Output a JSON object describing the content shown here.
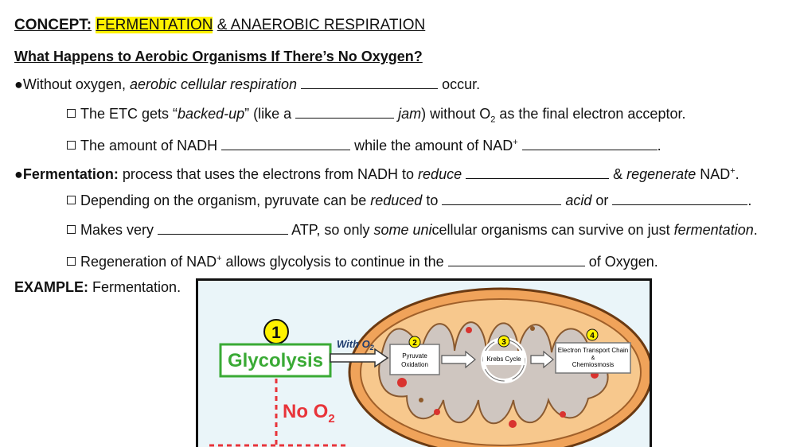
{
  "title": {
    "prefix": "CONCEPT:",
    "highlight": "FERMENTATION",
    "rest": "& ANAEROBIC RESPIRATION"
  },
  "subheading": "What Happens to Aerobic Organisms If There’s No Oxygen?",
  "lines": {
    "l1": {
      "bullet": "●",
      "a": "Without oxygen, ",
      "b": "aerobic cellular respiration",
      "c": "occur."
    },
    "l2": {
      "a": "The ETC gets “",
      "b": "backed-up",
      "c": "” (like a",
      "d": "jam",
      "e": ") without O",
      "f": "2",
      "g": " as the final electron acceptor."
    },
    "l3": {
      "a": "The amount of NADH",
      "b": "while the amount of NAD",
      "c": "+",
      "d": "."
    },
    "l4": {
      "bullet": "●",
      "a": "Fermentation:",
      "b": " process that uses the electrons from NADH to ",
      "c": "reduce",
      "d": "& ",
      "e": "regenerate",
      "f": " NAD",
      "g": "+",
      "h": "."
    },
    "l5": {
      "a": "Depending on the organism, pyruvate can be ",
      "b": "reduced",
      "c": " to",
      "d": "acid",
      "e": " or",
      "f": "."
    },
    "l6": {
      "a": "Makes very",
      "b": "ATP, so only ",
      "c": "some",
      "d": " ",
      "e": "uni",
      "f": "cellular organisms can survive on just ",
      "g": "fermentation",
      "h": "."
    },
    "l7": {
      "a": "Regeneration of NAD",
      "b": "+",
      "c": " allows glycolysis to continue in the",
      "d": "of Oxygen."
    }
  },
  "example": {
    "label": "EXAMPLE:",
    "text": " Fermentation."
  },
  "diagram": {
    "step1": {
      "num": "1",
      "label": "Glycolysis"
    },
    "with_o2": "With O",
    "with_o2_sub": "2",
    "no_o2": "No O",
    "no_o2_sub": "2",
    "step2": {
      "num": "2",
      "line1": "Pyruvate",
      "line2": "Oxidation"
    },
    "step3": {
      "num": "3",
      "label": "Krebs Cycle"
    },
    "step4": {
      "num": "4",
      "line1": "Electron Transport Chain",
      "line2": "&",
      "line3": "Chemiosmosis"
    },
    "colors": {
      "green": "#3aaa35",
      "mito_outer": "#f0a35a",
      "mito_inner": "#cfc6c0",
      "yellow": "#fff200",
      "red_dash": "#e8343a"
    }
  }
}
